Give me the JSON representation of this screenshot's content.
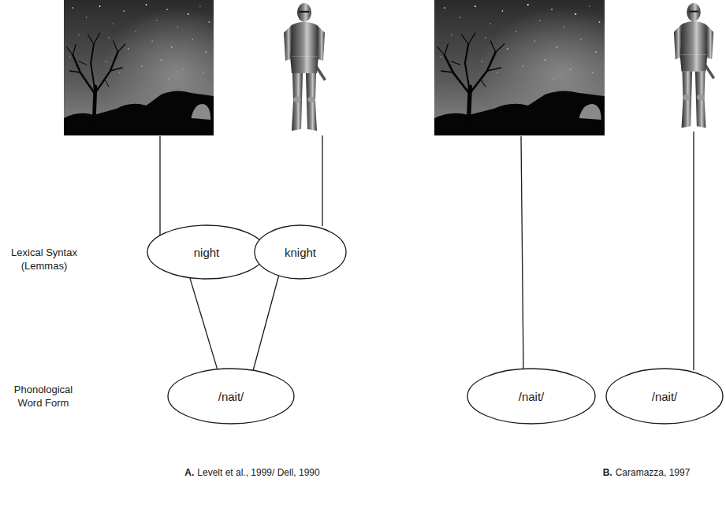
{
  "diagram": {
    "nodes": [
      {
        "text": [
          "night"
        ]
      },
      {
        "text": [
          "knight"
        ]
      },
      {
        "text": [
          "/nait/"
        ]
      },
      {
        "text": [
          "/nait/"
        ]
      },
      {
        "text": [
          "/nait/"
        ]
      }
    ],
    "edges": [
      {
        "from": 0,
        "to": 2,
        "arrow": "none"
      },
      {
        "from": 1,
        "to": 2,
        "arrow": "none"
      }
    ],
    "labels": [
      "Lexical Syntax (Lemmas)",
      "Phonological Word Form",
      "A.",
      "Levelt et al., 1999/ Dell, 1990",
      "B.",
      "Caramazza, 1997"
    ]
  }
}
